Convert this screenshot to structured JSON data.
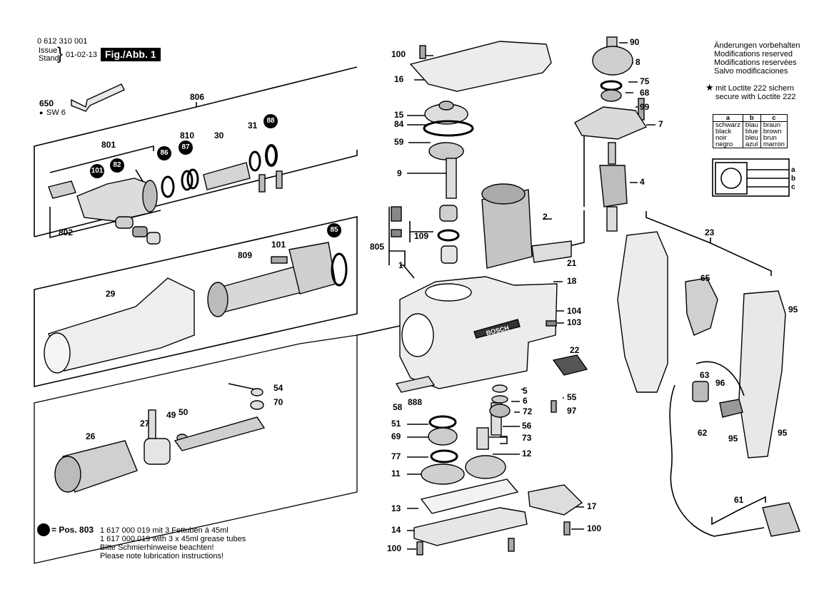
{
  "header": {
    "part_number": "0 612 310 001",
    "issue_label_1": "Issue",
    "issue_label_2": "Stand",
    "issue_date": "01-02-13",
    "figure_label": "Fig./Abb. 1"
  },
  "notes": {
    "changes": [
      "Änderungen vorbehalten",
      "Modifications reserved",
      "Modifications reservées",
      "Salvo modificaciones"
    ],
    "loctite_1": "mit Loctite 222 sichern",
    "loctite_2": "secure with Loctite 222",
    "footer_pos": "= Pos. 803",
    "footer_lines": [
      "1 617 000 019 mit 3 Fettuben á 45ml",
      "1 617 000 019 with 3 x 45ml grease tubes",
      "Bitte Schmierhinweise beachten!",
      "Please note lubrication instructions!"
    ],
    "sw_label": "SW 6",
    "star_symbol": "★",
    "bullet_symbol": "●"
  },
  "color_table": {
    "headers": [
      "a",
      "b",
      "c"
    ],
    "rows": [
      [
        "schwarz",
        "blau",
        "braun"
      ],
      [
        "black",
        "blue",
        "brown"
      ],
      [
        "noir",
        "bleu",
        "brun"
      ],
      [
        "negro",
        "azul",
        "marron"
      ]
    ],
    "wire_letters": [
      "a",
      "b",
      "c"
    ]
  },
  "brand_text": "BOSCH",
  "badges": [
    "101",
    "82",
    "86",
    "87",
    "88",
    "85"
  ],
  "labels": {
    "p650": "650",
    "p806": "806",
    "p801": "801",
    "p810": "810",
    "p30": "30",
    "p31": "31",
    "p802": "802",
    "p809": "809",
    "p101": "101",
    "p29": "29",
    "p26": "26",
    "p27": "27",
    "p49": "49",
    "p50": "50",
    "p54": "54",
    "p70": "70",
    "p100a": "100",
    "p16": "16",
    "p15": "15",
    "p84": "84",
    "p59": "59",
    "p9": "9",
    "p109": "109",
    "p805": "805",
    "p1": "1",
    "p2": "2",
    "p21": "21",
    "p18": "18",
    "p104": "104",
    "p103": "103",
    "p22": "22",
    "p58": "58",
    "p888": "888",
    "p5": "5",
    "p6": "6",
    "p72": "72",
    "p55": "55",
    "p97": "97",
    "p56": "56",
    "p51": "51",
    "p69": "69",
    "p73": "73",
    "p77": "77",
    "p12": "12",
    "p11": "11",
    "p13": "13",
    "p14": "14",
    "p17": "17",
    "p100b": "100",
    "p100c": "100",
    "p90": "90",
    "p8": "8",
    "p75": "75",
    "p68": "68",
    "p99": "99",
    "p7": "7",
    "p4": "4",
    "p23": "23",
    "p65": "65",
    "p95a": "95",
    "p63": "63",
    "p96": "96",
    "p62": "62",
    "p95b": "95",
    "p95c": "95",
    "p61": "61"
  }
}
